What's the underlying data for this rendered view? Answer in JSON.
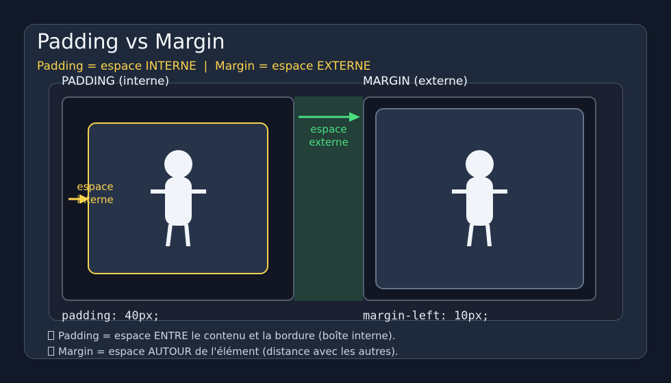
{
  "title": "Padding vs Margin",
  "subtitle": "Padding = espace INTERNE  |  Margin = espace EXTERNE",
  "padding_panel": {
    "label": "PADDING (interne)",
    "annotation_line1": "espace",
    "annotation_line2": "interne",
    "code": "padding: 40px;"
  },
  "margin_panel": {
    "label": "MARGIN (externe)",
    "annotation_line1": "espace",
    "annotation_line2": "externe",
    "code": "margin-left: 10px;"
  },
  "notes": [
    "Padding = espace ENTRE le contenu et la bordure (boîte interne).",
    "Margin = espace AUTOUR de l'élément (distance avec les autres)."
  ],
  "colors": {
    "padding_accent": "#fcd34d",
    "margin_accent": "#4ade80",
    "figure": "#f1f5f9"
  },
  "icons": {
    "figure": "person-icon",
    "arrow": "arrow-right-icon",
    "note": "info-icon"
  }
}
